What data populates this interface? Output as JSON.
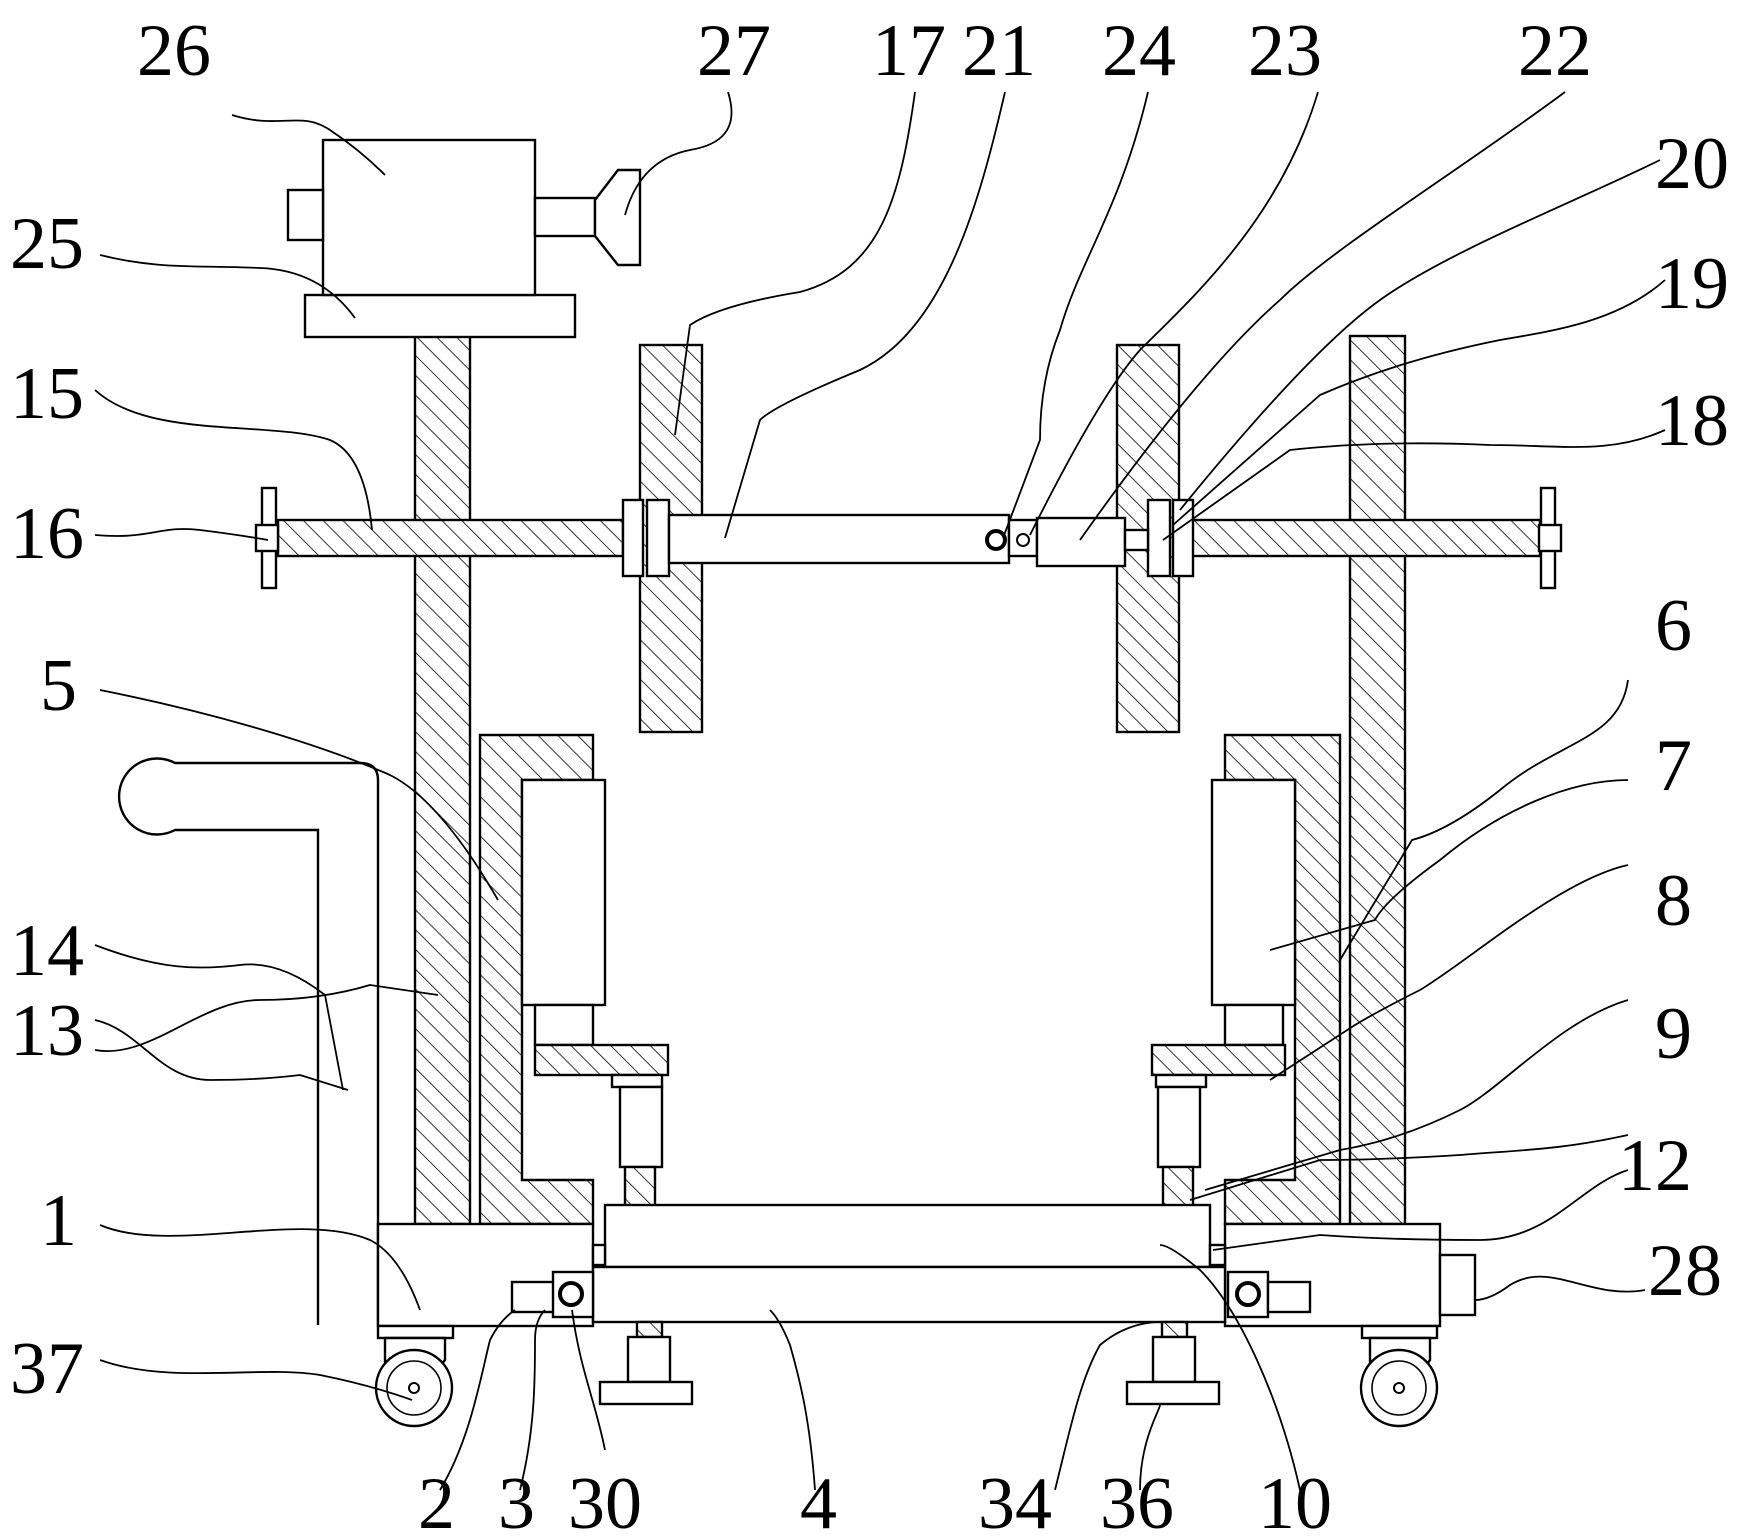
{
  "labels": {
    "l1": "1",
    "l2": "2",
    "l3": "3",
    "l4": "4",
    "l5": "5",
    "l6": "6",
    "l7": "7",
    "l8": "8",
    "l9": "9",
    "l10": "10",
    "l12": "12",
    "l13": "13",
    "l14": "14",
    "l15": "15",
    "l16": "16",
    "l17": "17",
    "l18": "18",
    "l19": "19",
    "l20": "20",
    "l21": "21",
    "l22": "22",
    "l23": "23",
    "l24": "24",
    "l25": "25",
    "l26": "26",
    "l27": "27",
    "l28": "28",
    "l30": "30",
    "l34": "34",
    "l36": "36",
    "l37": "37"
  }
}
